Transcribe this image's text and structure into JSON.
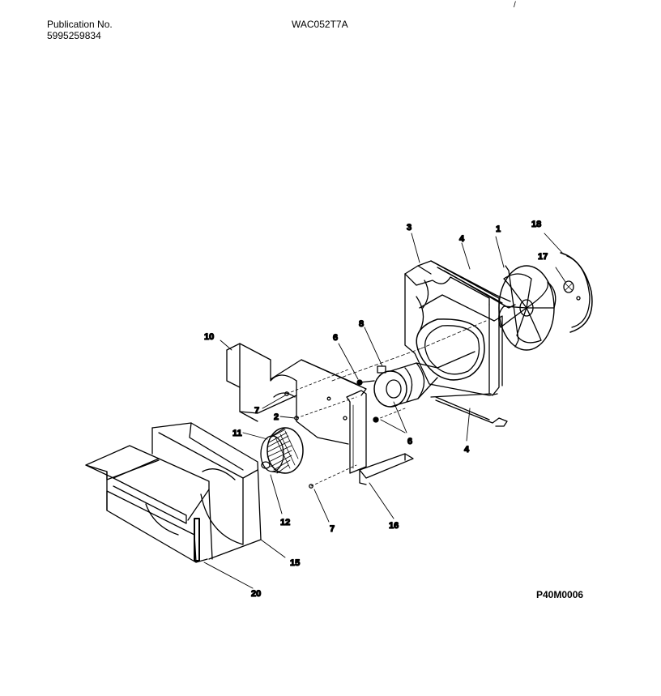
{
  "header": {
    "publication_label": "Publication No.",
    "publication_number": "5995259834",
    "model": "WAC052T7A",
    "corner_mark": "/"
  },
  "diagram_code": "P40M0006",
  "callouts": {
    "c1": "1",
    "c2": "2",
    "c3": "3",
    "c4a": "4",
    "c4b": "4",
    "c6a": "6",
    "c6b": "6",
    "c7a": "7",
    "c7b": "7",
    "c8": "8",
    "c10": "10",
    "c11": "11",
    "c12": "12",
    "c15": "15",
    "c16": "16",
    "c17": "17",
    "c18": "18",
    "c20": "20"
  }
}
